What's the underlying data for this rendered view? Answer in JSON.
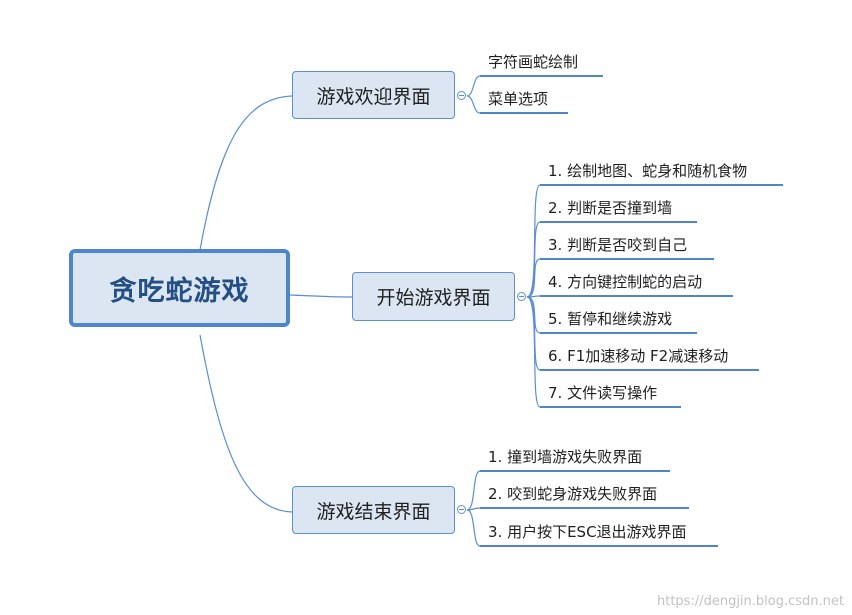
{
  "root": {
    "label": "贪吃蛇游戏"
  },
  "branches": [
    {
      "label": "游戏欢迎界面",
      "children": [
        "字符画蛇绘制",
        "菜单选项"
      ]
    },
    {
      "label": "开始游戏界面",
      "children": [
        "1. 绘制地图、蛇身和随机食物",
        "2. 判断是否撞到墙",
        "3. 判断是否咬到自己",
        "4. 方向键控制蛇的启动",
        "5. 暂停和继续游戏",
        "6. F1加速移动 F2减速移动",
        "7. 文件读写操作"
      ]
    },
    {
      "label": "游戏结束界面",
      "children": [
        "1. 撞到墙游戏失败界面",
        "2. 咬到蛇身游戏失败界面",
        "3. 用户按下ESC退出游戏界面"
      ]
    }
  ],
  "watermark": "https://dengjin.blog.csdn.net",
  "colors": {
    "node_fill": "#dce6f3",
    "node_border": "#5b8fd0",
    "root_border": "#4f86c9",
    "root_text": "#244f85",
    "connector": "#5b8fd0",
    "leaf_underline": "#4f86c9"
  }
}
